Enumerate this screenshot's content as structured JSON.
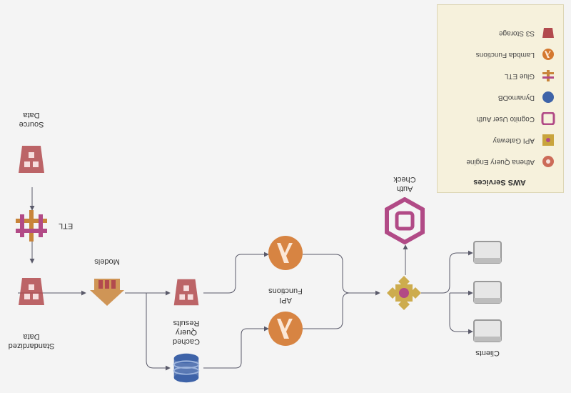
{
  "diagram": {
    "nodes": {
      "source_data": "Source\nData",
      "etl": "ETL",
      "standardized_data": "Standardized\nData",
      "models": "Models",
      "cached_query_results": "Cached\nQuery\nResults",
      "api_functions": "API\nFunctions",
      "auth_check": "Auth\nCheck",
      "clients": "Clients"
    }
  },
  "legend": {
    "title": "AWS Services",
    "items": [
      {
        "label": "Athena Query Engine",
        "icon": "athena-icon",
        "color": "#cc6b58"
      },
      {
        "label": "API Gateway",
        "icon": "api-gateway-icon",
        "color": "#c9a43c"
      },
      {
        "label": "Cognito User Auth",
        "icon": "cognito-icon",
        "color": "#b14a86"
      },
      {
        "label": "DynamoDB",
        "icon": "dynamodb-icon",
        "color": "#3e63a8"
      },
      {
        "label": "Glue ETL",
        "icon": "glue-icon",
        "color": "#c8843a"
      },
      {
        "label": "Lambda Functions",
        "icon": "lambda-icon",
        "color": "#d4782f"
      },
      {
        "label": "S3 Storage",
        "icon": "s3-icon",
        "color": "#b24a4e"
      }
    ]
  },
  "colors": {
    "s3": "#b24a4e",
    "glue": "#c8843a",
    "lambda": "#d4782f",
    "api_gateway": "#c9a43c",
    "cognito": "#b14a86",
    "dynamodb": "#3e63a8",
    "client": "#999999",
    "edge": "#5a5a6a"
  }
}
